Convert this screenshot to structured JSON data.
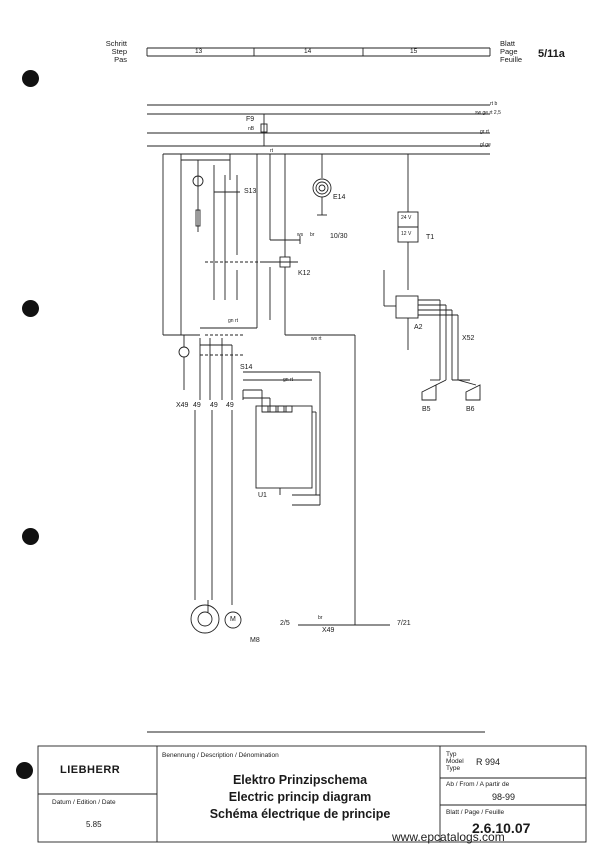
{
  "header": {
    "step_labels": [
      "Schritt",
      "Step",
      "Pas"
    ],
    "steps": [
      "13",
      "14",
      "15"
    ],
    "page_labels": [
      "Blatt",
      "Page",
      "Feuille"
    ],
    "sheet": "5/11a"
  },
  "diagram": {
    "bus_labels": [
      "rt b",
      "sw ge rt 2,5",
      "gr rt",
      "gl ge",
      "rt"
    ],
    "fuse": {
      "name": "F9",
      "value": "nB"
    },
    "switch_s13": "S13",
    "horn_e14": "E14",
    "transformer_t1": {
      "name": "T1",
      "primary": "24 V",
      "secondary": "12 V"
    },
    "relay_k12": "K12",
    "ref_1030": "10/30",
    "wire_ws": "ws",
    "wire_br": "br",
    "wire_ws_rt": "ws rt",
    "wire_gn_rt": "gn rt",
    "switch_s14": "S14",
    "connector_x49": "X49",
    "terminals_49": [
      "49",
      "49",
      "49"
    ],
    "amp_a2": "A2",
    "connector_x52": "X52",
    "speakers": [
      "B5",
      "B6"
    ],
    "unit_u1": "U1",
    "motor_m8": "M8",
    "motor_symbol": "M",
    "ref_25": "2/5",
    "ref_721": "7/21",
    "bottom_x49": "X49",
    "bottom_wire": "br"
  },
  "title_block": {
    "logo": "LIEBHERR",
    "date_label": "Datum / Edition / Date",
    "date": "5.85",
    "desc_label": "Benennung / Description / Dénomination",
    "titles": [
      "Elektro Prinzipschema",
      "Electric princip diagram",
      "Schéma électrique de principe"
    ],
    "type_labels": [
      "Typ",
      "Model",
      "Type"
    ],
    "type_value": "R 994",
    "from_label": "Ab / From / A partir de",
    "from_value": "98-99",
    "page_label": "Blatt / Page / Feuille",
    "page_value": "2.6.10.07",
    "watermark": "www.epcatalogs.com"
  }
}
